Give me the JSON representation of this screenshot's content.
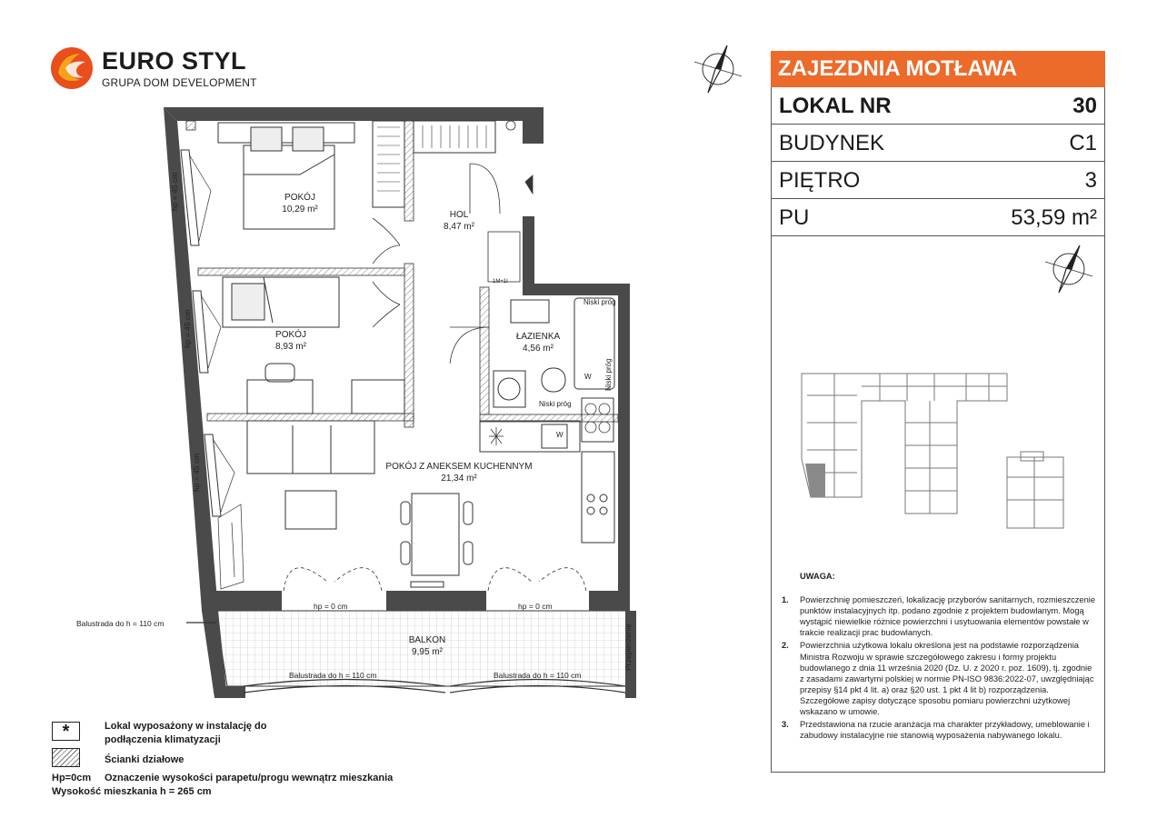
{
  "brand": {
    "name": "EURO STYL",
    "subtitle": "GRUPA DOM DEVELOPMENT",
    "accent_color": "#ec6a2a"
  },
  "info": {
    "project": "ZAJEZDNIA MOTŁAWA",
    "rows": [
      {
        "label": "LOKAL NR",
        "value": "30"
      },
      {
        "label": "BUDYNEK",
        "value": "C1"
      },
      {
        "label": "PIĘTRO",
        "value": "3"
      },
      {
        "label": "PU",
        "value": "53,59 m²"
      }
    ]
  },
  "plan": {
    "rooms": [
      {
        "name": "POKÓJ",
        "area": "10,29 m²"
      },
      {
        "name": "HOL",
        "area": "8,47 m²"
      },
      {
        "name": "POKÓJ",
        "area": "8,93 m²"
      },
      {
        "name": "ŁAZIENKA",
        "area": "4,56 m²"
      },
      {
        "name": "POKÓJ Z ANEKSEM KUCHENNYM",
        "area": "21,34 m²"
      },
      {
        "name": "BALKON",
        "area": "9,95 m²"
      }
    ],
    "window_heights": [
      "hp = 45 cm",
      "hp = 45 cm",
      "hp = 45 cm"
    ],
    "door_heights": [
      "hp = 0 cm",
      "hp = 0 cm"
    ],
    "balustrade_side": "Balustrada do h = 110 cm",
    "balustrade_bottom": [
      "Balustrada do h = 110 cm",
      "Balustrada do h = 110 cm"
    ],
    "partition": "Przepierzenie",
    "low_threshold": "Niski próg",
    "low_threshold_2": "Niski próg",
    "low_threshold_3": "Niski próg",
    "tag_1m": "1M+1I",
    "tag_w": "W",
    "tag_w2": "W"
  },
  "notes": {
    "title": "UWAGA:",
    "items": [
      {
        "n": "1.",
        "text": "Powierzchnię pomieszczeń, lokalizację przyborów sanitarnych, rozmieszczenie punktów instalacyjnych itp. podano zgodnie z projektem budowlanym. Mogą wystąpić niewielkie różnice powierzchni i usytuowania elementów powstałe w trakcie realizacji prac budowlanych."
      },
      {
        "n": "2.",
        "text": "Powierzchnia użytkowa lokalu określona jest na podstawie rozporządzenia Ministra Rozwoju w sprawie szczegółowego zakresu i formy projektu budowlanego z dnia 11 września 2020 (Dz. U. z 2020 r. poz. 1609), tj. zgodnie z zasadami zawartymi polskiej w normie PN-ISO 9836:2022-07, uwzględniając przepisy §14 pkt 4 lit. a) oraz §20 ust. 1 pkt 4 lit b) rozporządzenia. Szczegółowe zapisy dotyczące sposobu pomiaru powierzchni użytkowej wskazano w umowie."
      },
      {
        "n": "3.",
        "text": "Przedstawiona na rzucie aranżacja ma charakter przykładowy, umeblowanie i zabudowy instalacyjne nie stanowią wyposażenia nabywanego lokalu."
      }
    ]
  },
  "legend": {
    "star_symbol": "*",
    "star_text": "Lokal wyposażony w instalację do podłączenia klimatyzacji",
    "hatch_text": "Ścianki działowe",
    "hp_key": "Hp=0cm",
    "hp_text": "Oznaczenie wysokości parapetu/progu wewnątrz mieszkania",
    "height_text": "Wysokość mieszkania h = 265 cm"
  }
}
